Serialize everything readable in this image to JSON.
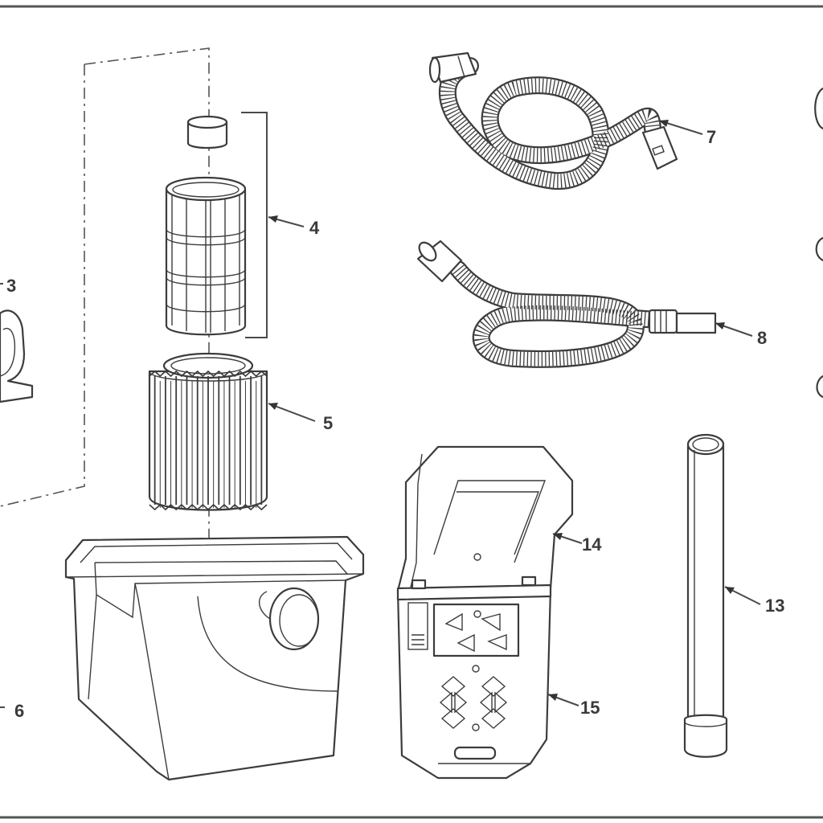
{
  "callouts": {
    "c3": "3",
    "c4": "4",
    "c5": "5",
    "c6": "6",
    "c7": "7",
    "c8": "8",
    "c13": "13",
    "c14": "14",
    "c15": "15"
  }
}
